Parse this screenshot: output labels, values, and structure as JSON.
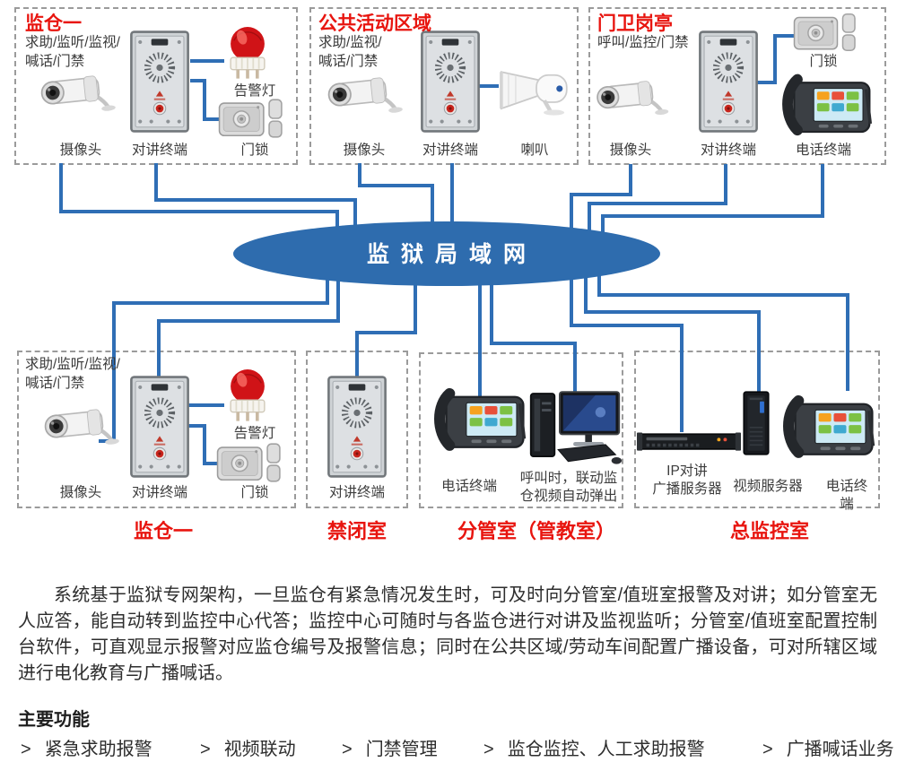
{
  "colors": {
    "line_blue": "#2f6eb5",
    "lan_fill_blue": "#2e6cae",
    "accent_red": "#e8150f",
    "box_dash_gray": "#9b9b9b",
    "text_dark": "#2d2d2d"
  },
  "lan": {
    "label": "监狱局域网"
  },
  "top_zones": [
    {
      "title": "监仓一",
      "subtitle": "求助/监听/监视/\n喊话/门禁",
      "camera_label": "摄像头",
      "intercom_label": "对讲终端",
      "alarm_label": "告警灯",
      "lock_label": "门锁"
    },
    {
      "title": "公共活动区域",
      "subtitle": "求助/监视/\n喊话/门禁",
      "camera_label": "摄像头",
      "intercom_label": "对讲终端",
      "speaker_label": "喇叭"
    },
    {
      "title": "门卫岗亭",
      "subtitle": "呼叫/监控/门禁",
      "camera_label": "摄像头",
      "intercom_label": "对讲终端",
      "lock_label": "门锁",
      "phone_label": "电话终端"
    }
  ],
  "bottom_zones": [
    {
      "label": "监仓一",
      "subtitle": "求助/监听/监视/\n喊话/门禁",
      "camera_label": "摄像头",
      "intercom_label": "对讲终端",
      "alarm_label": "告警灯",
      "lock_label": "门锁"
    },
    {
      "label": "禁闭室",
      "intercom_label": "对讲终端"
    },
    {
      "label": "分管室（管教室）",
      "phone_label": "电话终端",
      "computer_caption": "呼叫时，联动监\n仓视频自动弹出"
    },
    {
      "label": "总监控室",
      "ip_server_label": "IP对讲\n广播服务器",
      "video_server_label": "视频服务器",
      "phone_label": "电话终端"
    }
  ],
  "description": "系统基于监狱专网架构，一旦监仓有紧急情况发生时，可及时向分管室/值班室报警及对讲；如分管室无人应答，能自动转到监控中心代答；监控中心可随时与各监仓进行对讲及监视监听；分管室/值班室配置控制台软件，可直观显示报警对应监仓编号及报警信息；同时在公共区域/劳动车间配置广播设备，可对所辖区域进行电化教育与广播喊话。",
  "features": {
    "heading": "主要功能",
    "marker": ">",
    "items": [
      "紧急求助报警",
      "视频联动",
      "门禁管理",
      "监仓监控、人工求助报警",
      "广播喊话业务"
    ]
  }
}
